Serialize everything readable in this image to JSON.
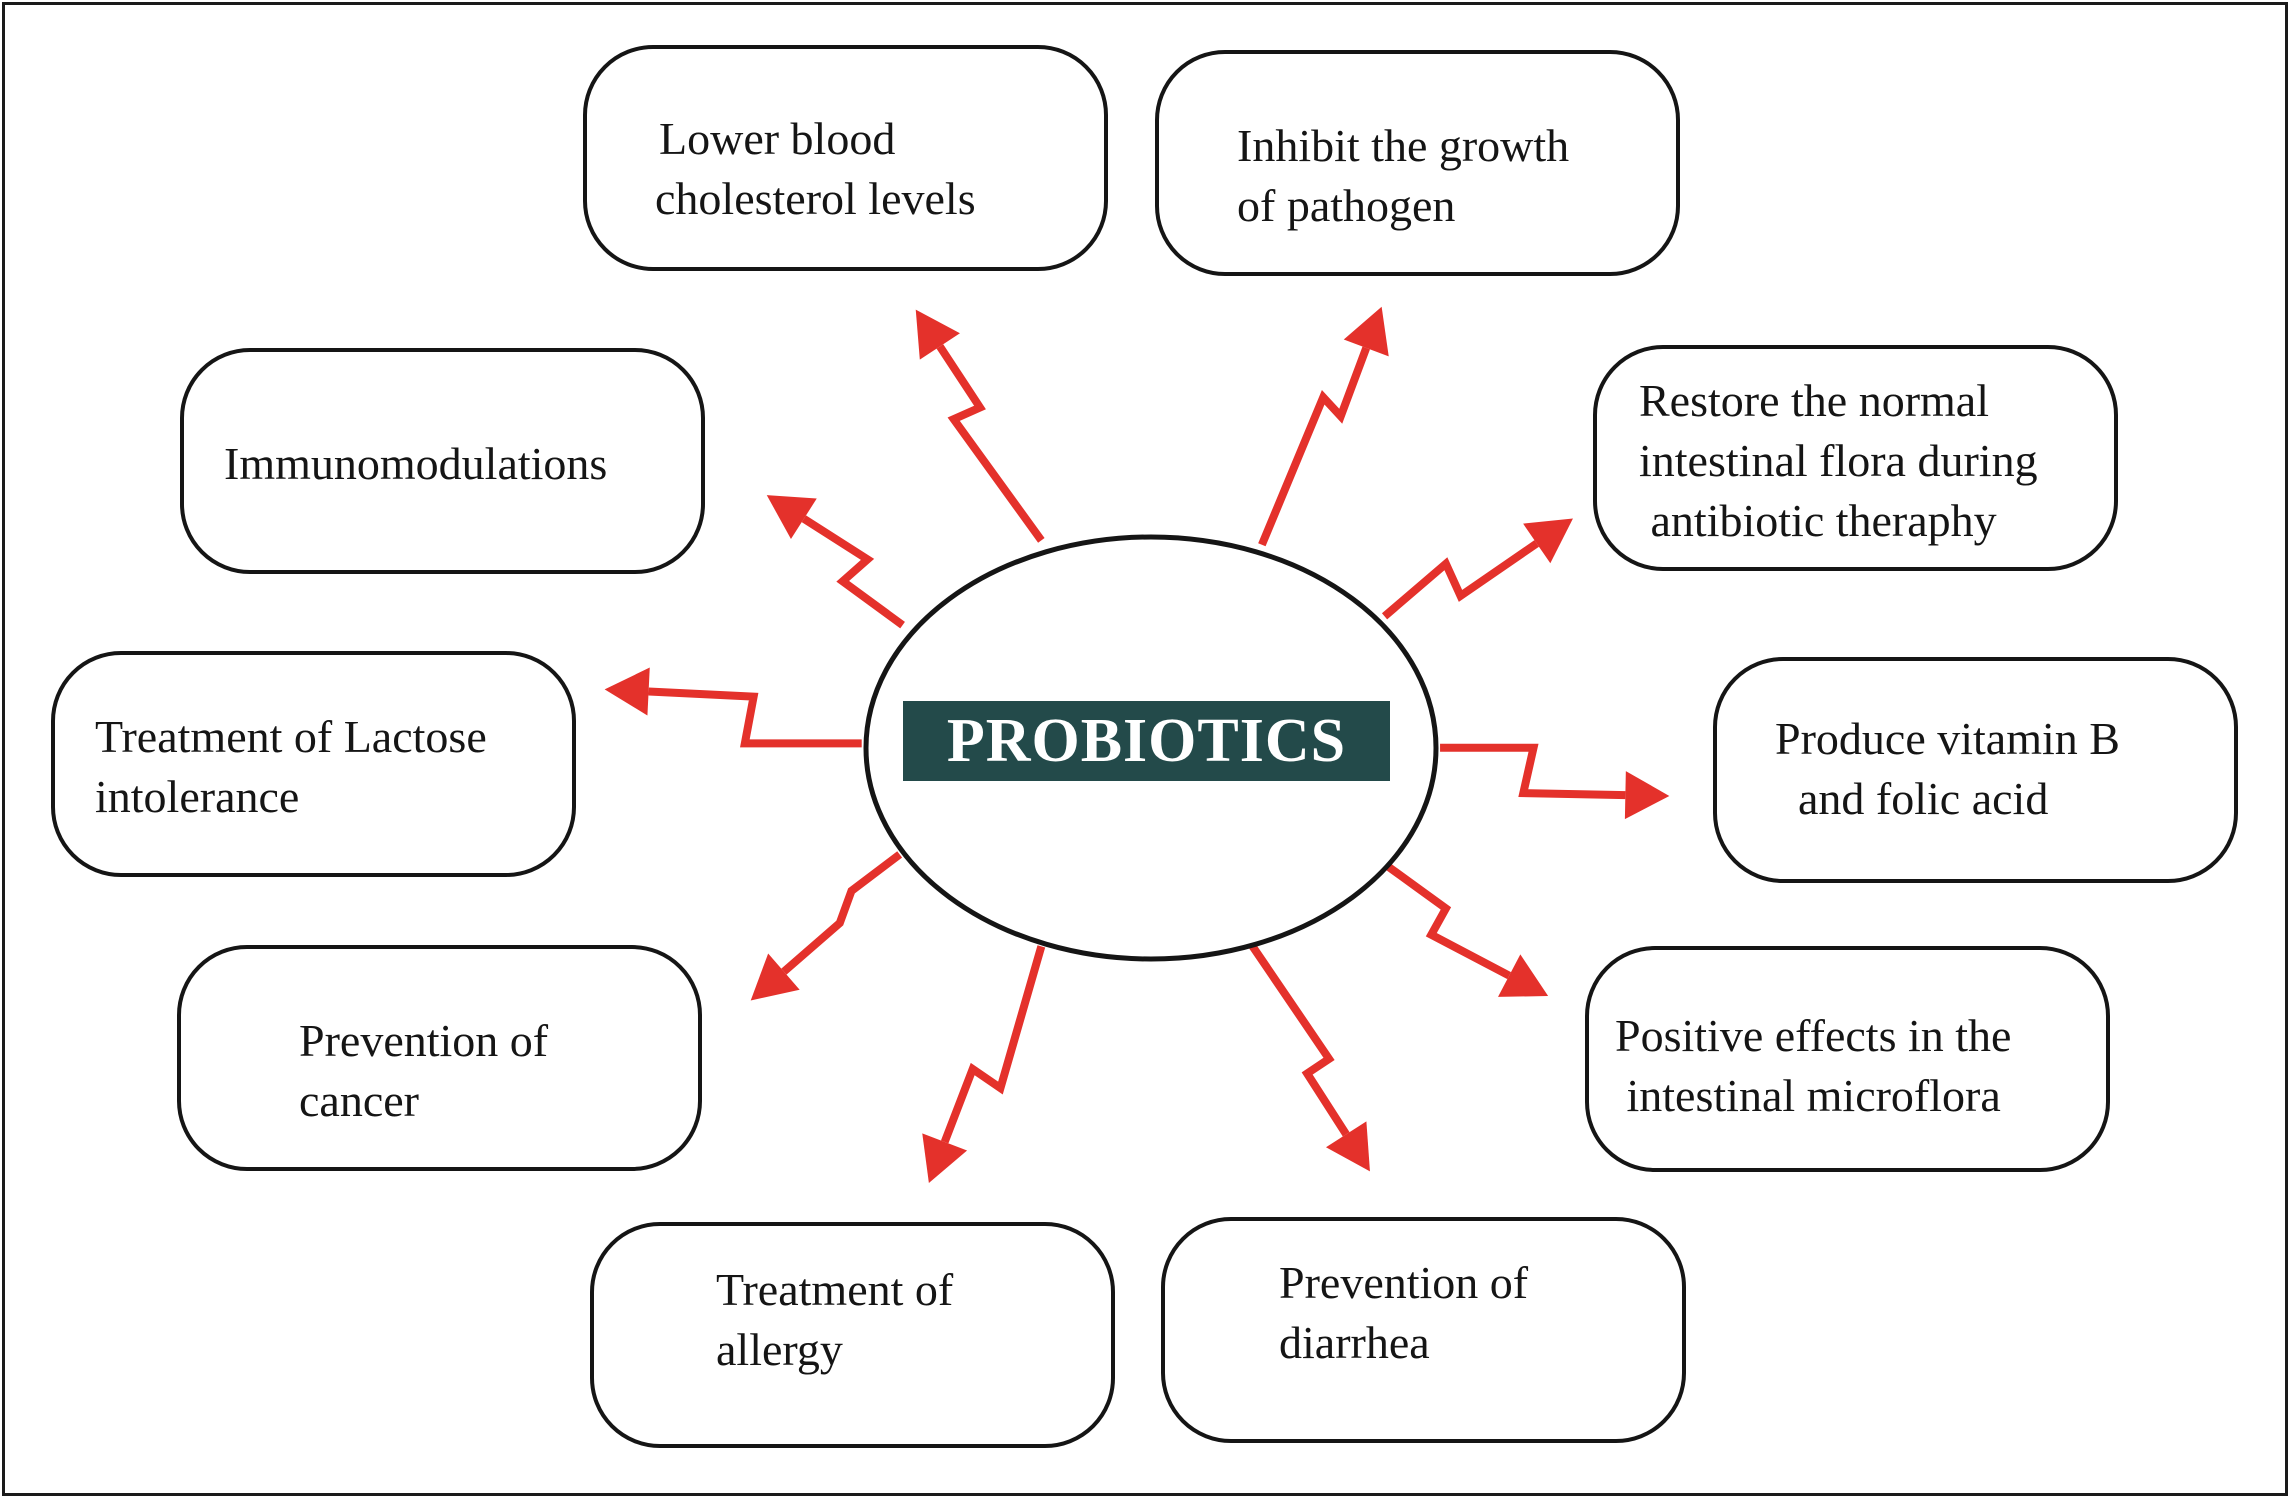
{
  "diagram": {
    "center": {
      "label": "PROBIOTICS",
      "label_bg_color": "#234a4a",
      "label_text_color": "#ffffff"
    },
    "arrow_color": "#e4312b",
    "benefits": [
      {
        "id": "cholesterol",
        "lines": [
          "Lower blood",
          "cholesterol levels"
        ]
      },
      {
        "id": "pathogen",
        "lines": [
          "Inhibit the growth",
          "of pathogen"
        ]
      },
      {
        "id": "immuno",
        "lines": [
          "Immunomodulations"
        ]
      },
      {
        "id": "flora",
        "lines": [
          "Restore the normal",
          "intestinal flora during",
          " antibiotic theraphy"
        ]
      },
      {
        "id": "lactose",
        "lines": [
          "Treatment of Lactose",
          "intolerance"
        ]
      },
      {
        "id": "vitamin",
        "lines": [
          "Produce vitamin B",
          "  and folic acid"
        ]
      },
      {
        "id": "cancer",
        "lines": [
          "Prevention of",
          "cancer"
        ]
      },
      {
        "id": "microflora",
        "lines": [
          "Positive effects in the",
          " intestinal microflora"
        ]
      },
      {
        "id": "allergy",
        "lines": [
          "Treatment of",
          "allergy"
        ]
      },
      {
        "id": "diarrhea",
        "lines": [
          "Prevention of",
          "diarrhea"
        ]
      }
    ]
  }
}
